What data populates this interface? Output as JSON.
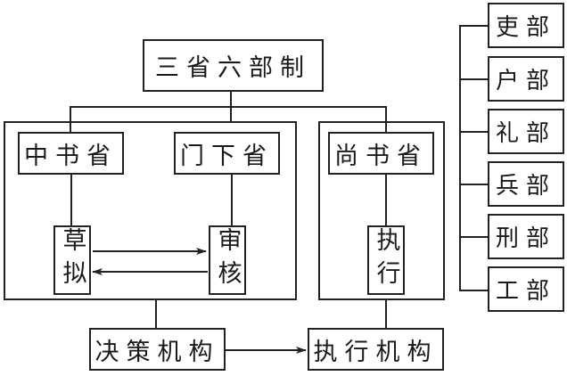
{
  "diagram": {
    "title": "三省六部制",
    "provinces": [
      {
        "id": "zhongshu",
        "label": "中书省",
        "function": "草拟"
      },
      {
        "id": "menxia",
        "label": "门下省",
        "function": "审核"
      },
      {
        "id": "shangshu",
        "label": "尚书省",
        "function": "执行"
      }
    ],
    "bodies": {
      "decision": "决策机构",
      "execution": "执行机构"
    },
    "ministries": [
      "吏部",
      "户部",
      "礼部",
      "兵部",
      "刑部",
      "工部"
    ],
    "relations": [
      {
        "from": "草拟",
        "to": "审核"
      },
      {
        "from": "审核",
        "to": "草拟"
      },
      {
        "from": "决策机构",
        "to": "执行机构"
      }
    ]
  }
}
